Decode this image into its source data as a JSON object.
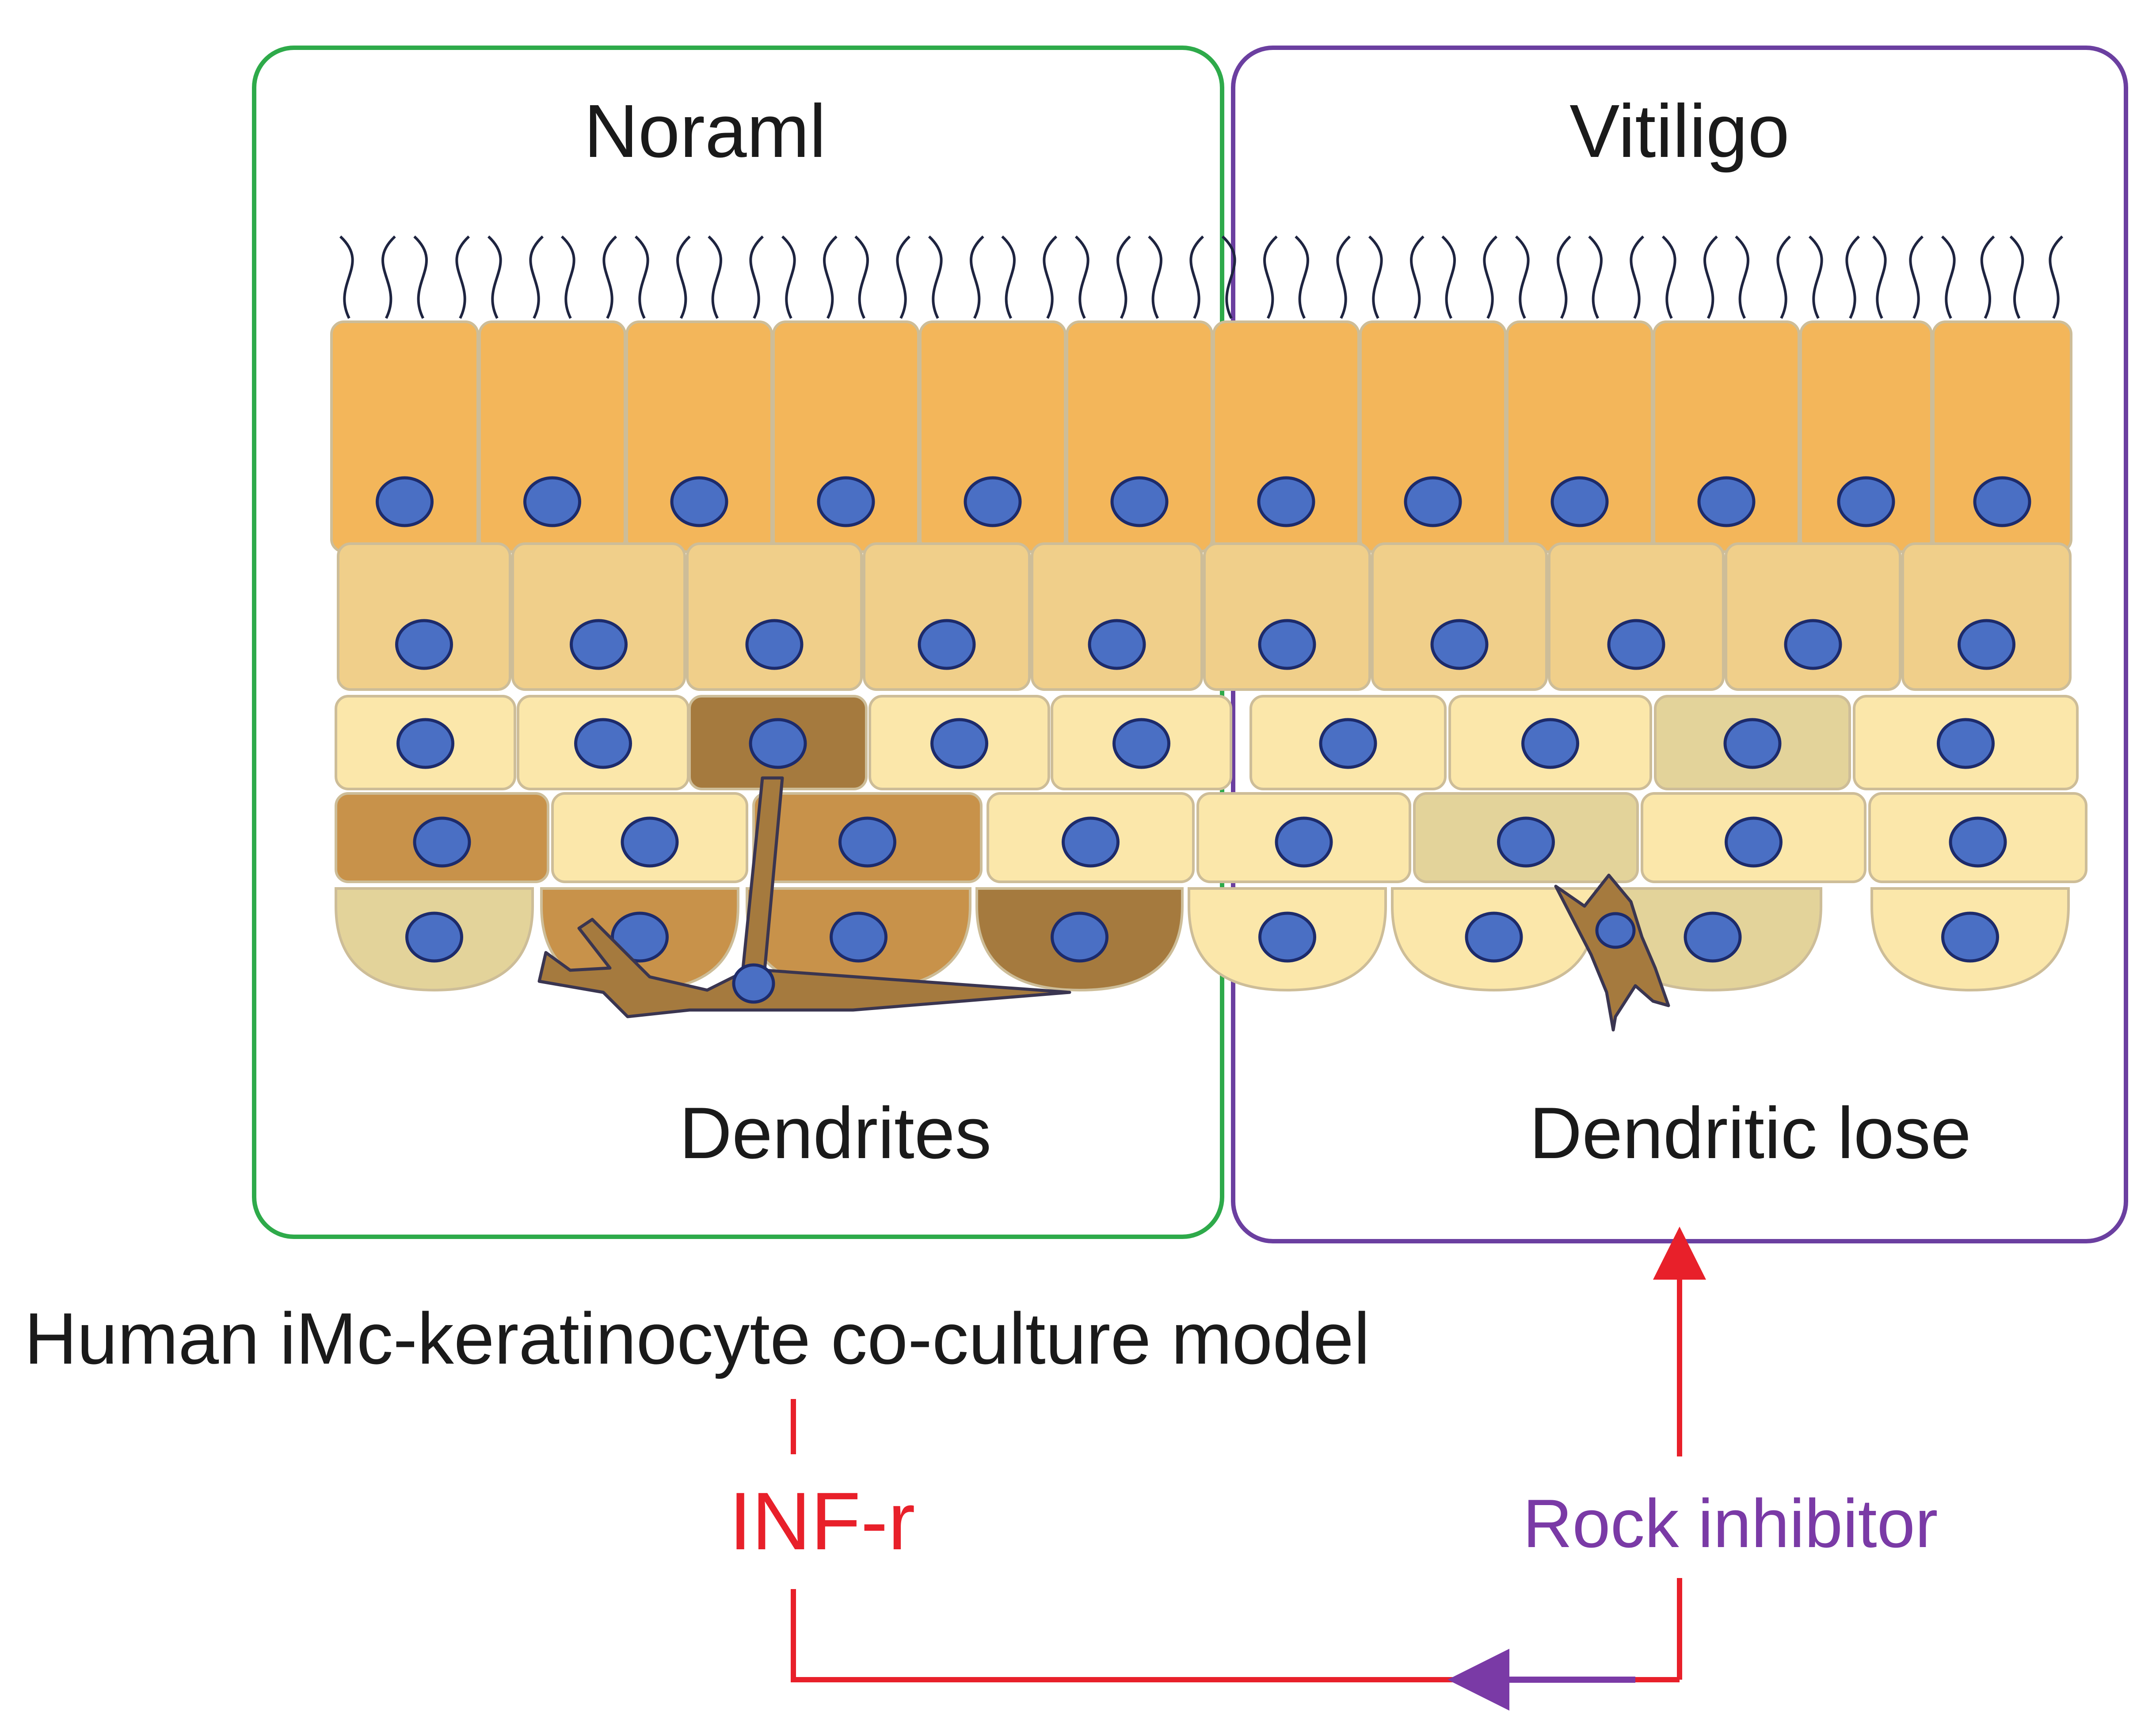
{
  "panels": {
    "normal": {
      "title": "Noraml",
      "caption": "Dendrites",
      "border_color": "#2eaa4a"
    },
    "vitiligo": {
      "title": "Vitiligo",
      "caption": "Dendritic lose",
      "border_color": "#6b3fa0"
    }
  },
  "model_label": "Human iMc-keratinocyte co-culture model",
  "treatments": {
    "inducer": {
      "label": "INF-r",
      "color": "#e8202a"
    },
    "rescue": {
      "label": "Rock inhibitor",
      "color": "#7a3aa6"
    }
  },
  "colors": {
    "top_cells": "#f3b65a",
    "layer2_cells": "#f0cf8a",
    "pale_cells": "#fbe7aa",
    "melanocyte": "#a57a3e",
    "dark_cells": "#c8924a",
    "faded_cells": "#e3d39a",
    "nucleus": "#4a6fc4",
    "nucleus_stroke": "#1d2b6b",
    "hair": "#1e2440",
    "cell_stroke": "#cdbd98"
  }
}
